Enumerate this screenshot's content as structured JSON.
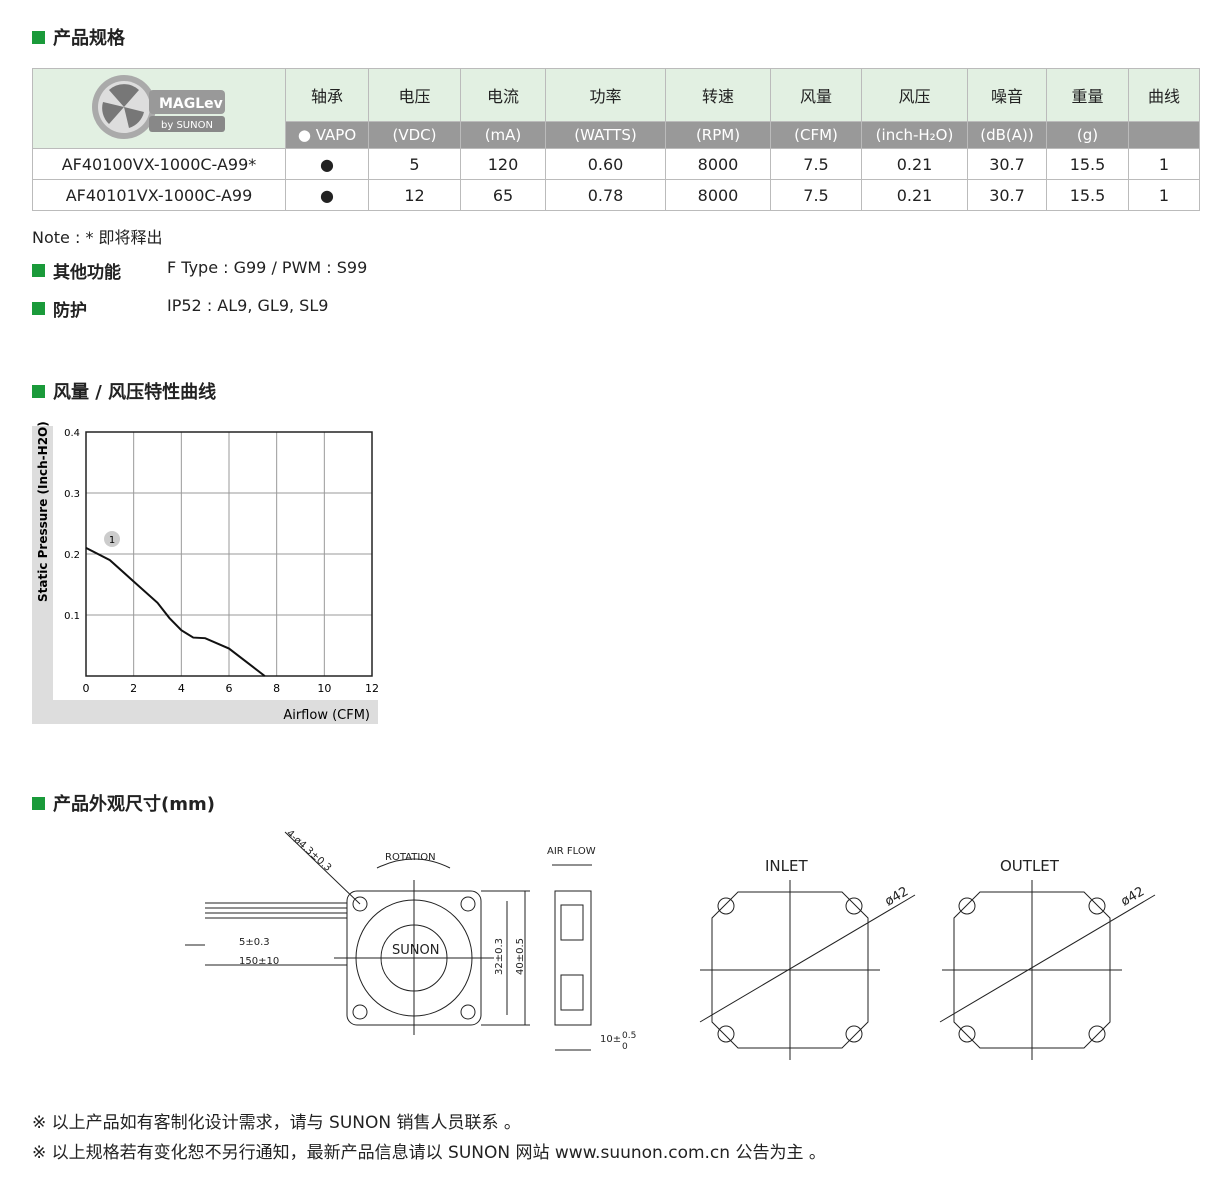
{
  "sections": {
    "specs": "产品规格",
    "other": "其他功能",
    "protect": "防护",
    "curve": "风量 / 风压特性曲线",
    "dims": "产品外观尺寸(mm)"
  },
  "logo": {
    "brand": "MAGLev",
    "by": "by SUNON"
  },
  "table": {
    "headers": [
      "轴承",
      "电压",
      "电流",
      "功率",
      "转速",
      "风量",
      "风压",
      "噪音",
      "重量",
      "曲线"
    ],
    "units": [
      "● VAPO",
      "(VDC)",
      "(mA)",
      "(WATTS)",
      "(RPM)",
      "(CFM)",
      "(inch-H₂O)",
      "(dB(A))",
      "(g)",
      ""
    ],
    "rows": [
      [
        "AF40100VX-1000C-A99*",
        "●",
        "5",
        "120",
        "0.60",
        "8000",
        "7.5",
        "0.21",
        "30.7",
        "15.5",
        "1"
      ],
      [
        "AF40101VX-1000C-A99",
        "●",
        "12",
        "65",
        "0.78",
        "8000",
        "7.5",
        "0.21",
        "30.7",
        "15.5",
        "1"
      ]
    ]
  },
  "note": "Note : * 即将释出",
  "other_value": "F Type : G99  /  PWM : S99",
  "protect_value": "IP52 : AL9, GL9, SL9",
  "chart_data": {
    "type": "line",
    "xlabel": "Airflow (CFM)",
    "ylabel": "Static Pressure (Inch-H2O)",
    "xlim": [
      0,
      12
    ],
    "ylim": [
      0,
      0.4
    ],
    "xticks": [
      "0",
      "2",
      "4",
      "6",
      "8",
      "10",
      "12"
    ],
    "yticks": [
      "0.1",
      "0.2",
      "0.3",
      "0.4"
    ],
    "grid": true,
    "series": [
      {
        "label": "1",
        "x": [
          0,
          1,
          2,
          3,
          3.5,
          4,
          4.5,
          5,
          6,
          7,
          7.5
        ],
        "y": [
          0.21,
          0.19,
          0.155,
          0.12,
          0.095,
          0.075,
          0.063,
          0.062,
          0.045,
          0.015,
          0
        ]
      }
    ]
  },
  "drawing": {
    "hole": "4-ø4.3±0.3",
    "rotation": "ROTATION",
    "airflow": "AIR FLOW",
    "brand": "SUNON",
    "d1": "5±0.3",
    "d2": "150±10",
    "d3": "32±0.3",
    "d4": "40±0.5",
    "d5": "10±",
    "d5a": "0.5",
    "d5b": "0",
    "inlet": "INLET",
    "outlet": "OUTLET",
    "dia": "ø42"
  },
  "footer": [
    "※ 以上产品如有客制化设计需求，请与 SUNON 销售人员联系 。",
    "※ 以上规格若有变化恕不另行通知，最新产品信息请以 SUNON 网站 www.suunon.com.cn 公告为主 。"
  ],
  "colors": {
    "accent": "#1a9a3a",
    "header_bg": "#e2f0e2",
    "unit_bg": "#999999"
  }
}
